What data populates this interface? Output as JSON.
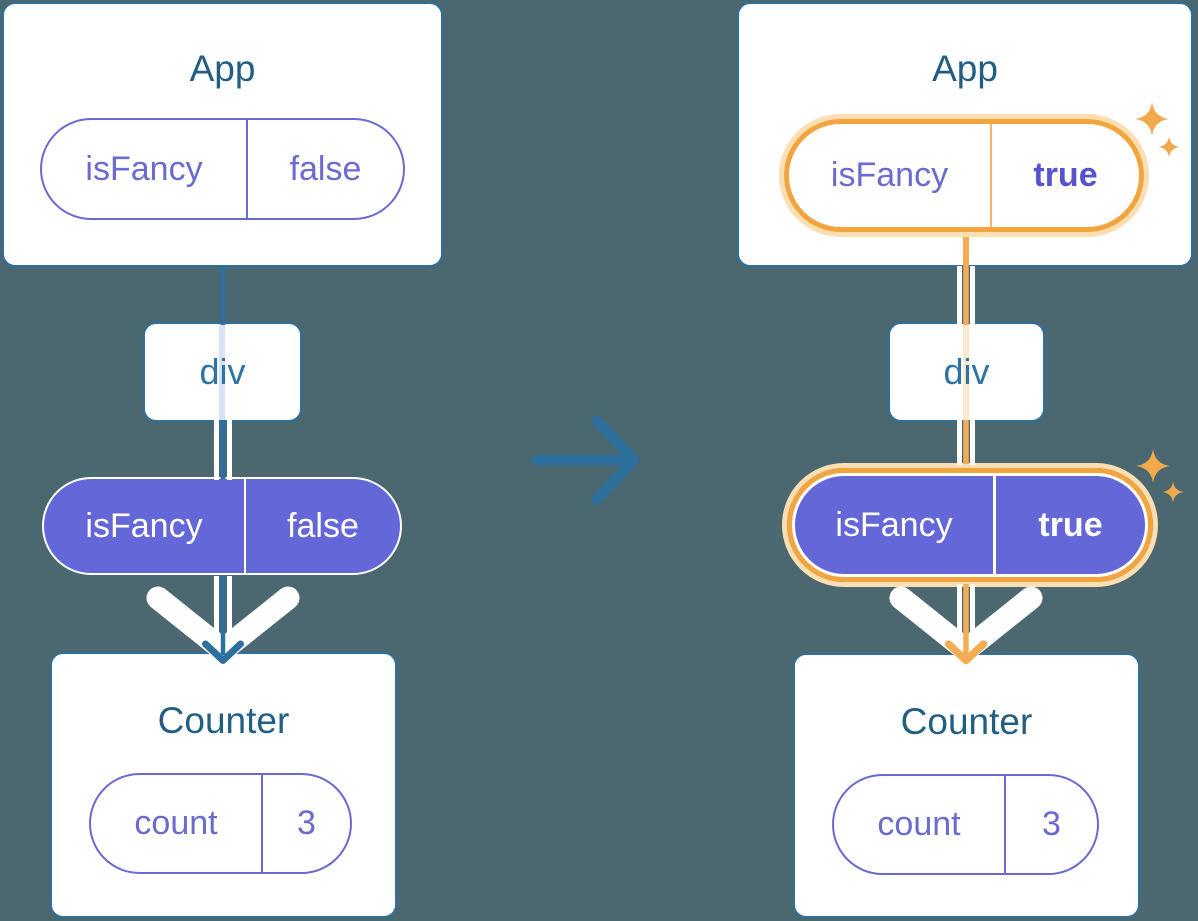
{
  "diagram_description": "Component tree before and after a context/prop value change (isFancy false -> true)",
  "colors": {
    "background": "#4b6770",
    "card_background": "#ffffff",
    "card_border": "#2d6f9d",
    "title_text": "#215e84",
    "div_text": "#2d74a5",
    "purple": "#6a6ad1",
    "purple_bold": "#5653d0",
    "purple_fill": "#6467d8",
    "white": "#ffffff",
    "blue_line": "#2d6f9d",
    "pale_blue_line": "#d8e2f4",
    "pale_orange_line": "#faeacd",
    "orange": "#f2a43e",
    "orange_light": "#fbdfb2",
    "orange_line": "#f5ad55",
    "orange_divider": "#f3b566",
    "sparkle": "#f2a94c",
    "arrow": "#2d6f9d"
  },
  "before": {
    "app": {
      "title": "App",
      "prop": {
        "name": "isFancy",
        "value": "false"
      }
    },
    "div": {
      "label": "div"
    },
    "context_pill": {
      "name": "isFancy",
      "value": "false"
    },
    "counter": {
      "title": "Counter",
      "state": {
        "name": "count",
        "value": "3"
      }
    }
  },
  "after": {
    "app": {
      "title": "App",
      "prop": {
        "name": "isFancy",
        "value": "true"
      }
    },
    "div": {
      "label": "div"
    },
    "context_pill": {
      "name": "isFancy",
      "value": "true"
    },
    "counter": {
      "title": "Counter",
      "state": {
        "name": "count",
        "value": "3"
      }
    }
  },
  "transition": {
    "type": "arrow-right"
  }
}
